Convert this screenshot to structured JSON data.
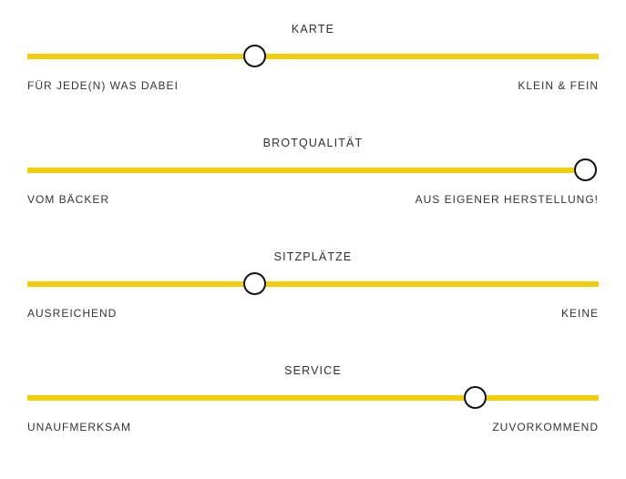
{
  "theme": {
    "accent_color": "#F2CE0A",
    "handle_fill": "#FFFFFF",
    "handle_border": "#111111",
    "text_color": "#333333",
    "background": "#FFFFFF"
  },
  "form": {
    "sliders": [
      {
        "title": "KARTE",
        "label_left": "FÜR JEDE(N) WAS DABEI",
        "label_right": "KLEIN & FEIN",
        "value_percent": 40,
        "fill_to_handle": false
      },
      {
        "title": "BROTQUALITÄT",
        "label_left": "VOM BÄCKER",
        "label_right": "AUS EIGENER HERSTELLUNG!",
        "value_percent": 97.8,
        "fill_to_handle": true
      },
      {
        "title": "SITZPLÄTZE",
        "label_left": "AUSREICHEND",
        "label_right": "KEINE",
        "value_percent": 40,
        "fill_to_handle": false
      },
      {
        "title": "SERVICE",
        "label_left": "UNAUFMERKSAM",
        "label_right": "ZUVORKOMMEND",
        "value_percent": 78.5,
        "fill_to_handle": false
      }
    ]
  }
}
